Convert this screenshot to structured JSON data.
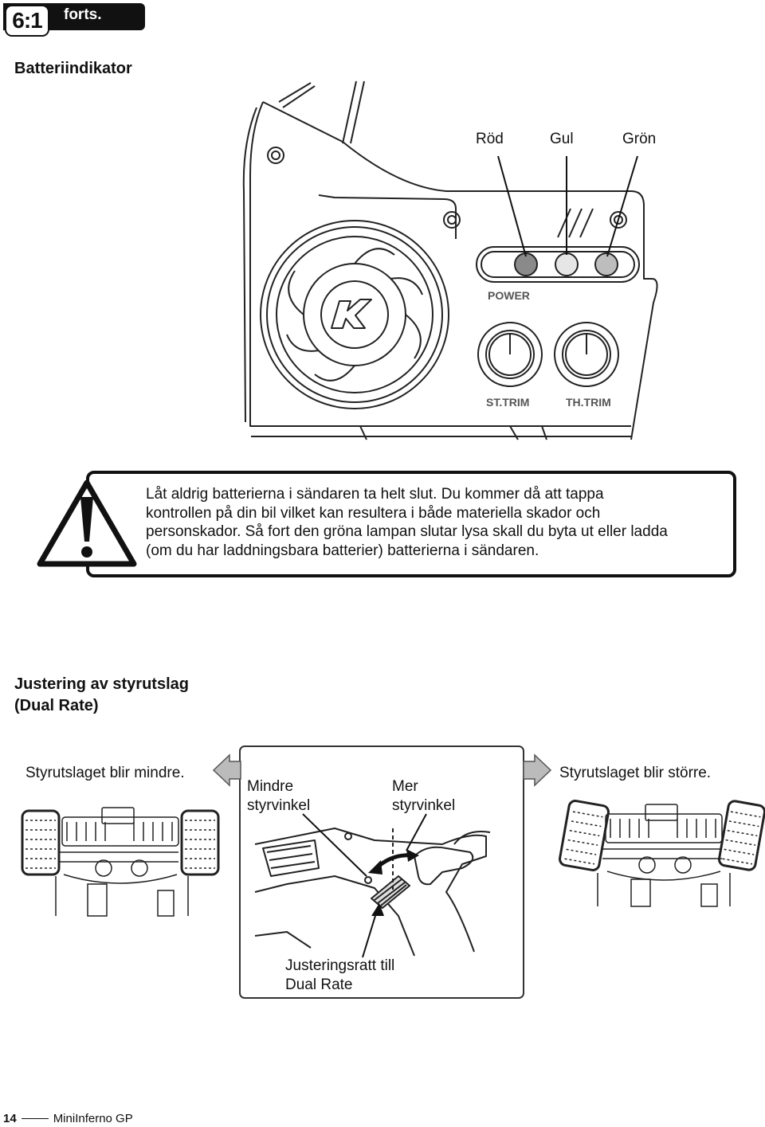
{
  "header": {
    "section": "6:1",
    "continued": "forts."
  },
  "battery": {
    "heading": "Batteriindikator",
    "leds": {
      "red": "Röd",
      "yellow": "Gul",
      "green": "Grön"
    },
    "panel": {
      "power": "POWER",
      "st_trim": "ST.TRIM",
      "th_trim": "TH.TRIM"
    }
  },
  "warning": {
    "lines": [
      "Låt aldrig batterierna i sändaren ta helt slut. Du kommer då att tappa",
      "kontrollen på din bil vilket kan resultera i både materiella skador och",
      "personskador. Så fort den gröna lampan slutar lysa skall du byta ut eller ladda",
      "(om du har laddningsbara batterier) batterierna i sändaren."
    ]
  },
  "dual_rate": {
    "heading_line1": "Justering av styrutslag",
    "heading_line2": "(Dual Rate)",
    "smaller": "Styrutslaget blir mindre.",
    "larger": "Styrutslaget blir större.",
    "less_line1": "Mindre",
    "less_line2": "styrvinkel",
    "more_line1": "Mer",
    "more_line2": "styrvinkel",
    "knob_line1": "Justeringsratt till",
    "knob_line2": "Dual Rate"
  },
  "footer": {
    "page": "14",
    "product": "MiniInferno GP"
  }
}
